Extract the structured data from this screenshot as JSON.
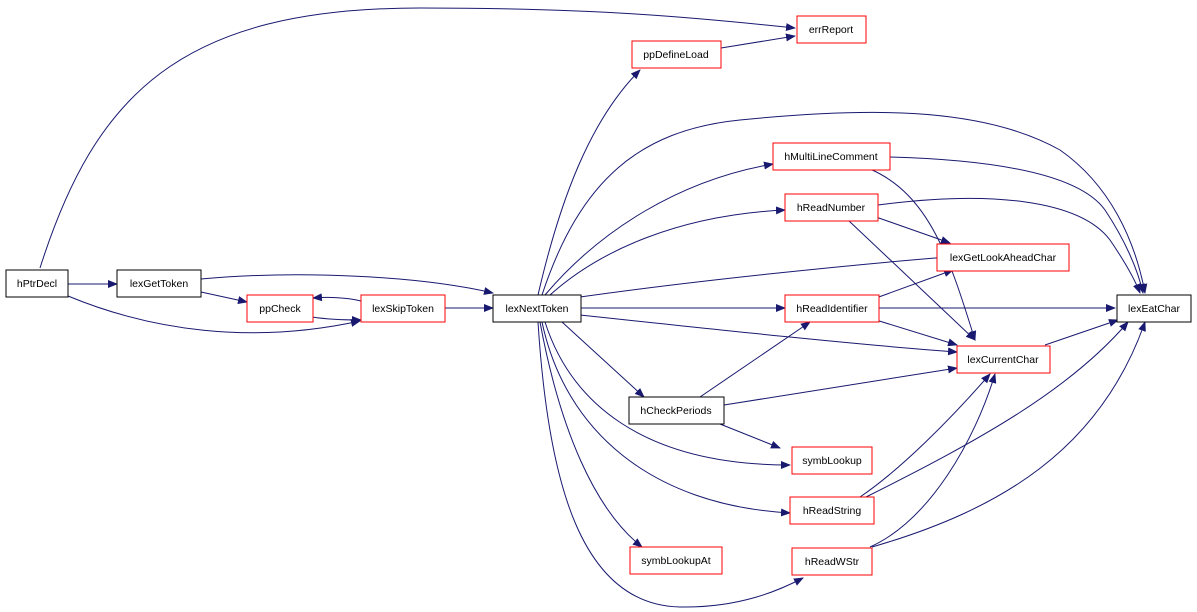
{
  "colors": {
    "edge": "#191970",
    "root_fill": "#bfbfbf",
    "node_fill": "#ffffff",
    "border_black": "#000000",
    "border_red": "#ff0000"
  },
  "nodes": {
    "hPtrDecl": {
      "label": "hPtrDecl",
      "border": "black",
      "root": true
    },
    "lexGetToken": {
      "label": "lexGetToken",
      "border": "black"
    },
    "ppCheck": {
      "label": "ppCheck",
      "border": "red"
    },
    "lexSkipToken": {
      "label": "lexSkipToken",
      "border": "red"
    },
    "lexNextToken": {
      "label": "lexNextToken",
      "border": "black"
    },
    "ppDefineLoad": {
      "label": "ppDefineLoad",
      "border": "red"
    },
    "errReport": {
      "label": "errReport",
      "border": "red"
    },
    "hMultiLineComment": {
      "label": "hMultiLineComment",
      "border": "red"
    },
    "hReadNumber": {
      "label": "hReadNumber",
      "border": "red"
    },
    "lexGetLookAheadChar": {
      "label": "lexGetLookAheadChar",
      "border": "red"
    },
    "hReadIdentifier": {
      "label": "hReadIdentifier",
      "border": "red"
    },
    "lexEatChar": {
      "label": "lexEatChar",
      "border": "black"
    },
    "lexCurrentChar": {
      "label": "lexCurrentChar",
      "border": "red"
    },
    "hCheckPeriods": {
      "label": "hCheckPeriods",
      "border": "black"
    },
    "symbLookup": {
      "label": "symbLookup",
      "border": "red"
    },
    "hReadString": {
      "label": "hReadString",
      "border": "red"
    },
    "symbLookupAt": {
      "label": "symbLookupAt",
      "border": "red"
    },
    "hReadWStr": {
      "label": "hReadWStr",
      "border": "red"
    }
  },
  "edges": [
    [
      "hPtrDecl",
      "errReport"
    ],
    [
      "hPtrDecl",
      "lexGetToken"
    ],
    [
      "hPtrDecl",
      "lexSkipToken"
    ],
    [
      "lexGetToken",
      "ppCheck"
    ],
    [
      "lexGetToken",
      "lexNextToken"
    ],
    [
      "ppCheck",
      "lexSkipToken"
    ],
    [
      "lexSkipToken",
      "ppCheck"
    ],
    [
      "lexSkipToken",
      "lexNextToken"
    ],
    [
      "lexNextToken",
      "ppDefineLoad"
    ],
    [
      "ppDefineLoad",
      "errReport"
    ],
    [
      "lexNextToken",
      "lexEatChar"
    ],
    [
      "lexNextToken",
      "hMultiLineComment"
    ],
    [
      "lexNextToken",
      "hReadNumber"
    ],
    [
      "lexNextToken",
      "lexGetLookAheadChar"
    ],
    [
      "lexNextToken",
      "hReadIdentifier"
    ],
    [
      "lexNextToken",
      "lexCurrentChar"
    ],
    [
      "lexNextToken",
      "hCheckPeriods"
    ],
    [
      "lexNextToken",
      "symbLookup"
    ],
    [
      "lexNextToken",
      "hReadString"
    ],
    [
      "lexNextToken",
      "symbLookupAt"
    ],
    [
      "lexNextToken",
      "hReadWStr"
    ],
    [
      "hMultiLineComment",
      "lexEatChar"
    ],
    [
      "hMultiLineComment",
      "lexCurrentChar"
    ],
    [
      "hReadNumber",
      "lexEatChar"
    ],
    [
      "hReadNumber",
      "lexGetLookAheadChar"
    ],
    [
      "hReadNumber",
      "lexCurrentChar"
    ],
    [
      "hReadIdentifier",
      "lexGetLookAheadChar"
    ],
    [
      "hReadIdentifier",
      "lexEatChar"
    ],
    [
      "hReadIdentifier",
      "lexCurrentChar"
    ],
    [
      "lexCurrentChar",
      "lexEatChar"
    ],
    [
      "hCheckPeriods",
      "hReadIdentifier"
    ],
    [
      "hCheckPeriods",
      "lexCurrentChar"
    ],
    [
      "hCheckPeriods",
      "symbLookup"
    ],
    [
      "hReadString",
      "lexEatChar"
    ],
    [
      "hReadString",
      "lexCurrentChar"
    ],
    [
      "hReadWStr",
      "lexEatChar"
    ],
    [
      "hReadWStr",
      "lexCurrentChar"
    ]
  ]
}
